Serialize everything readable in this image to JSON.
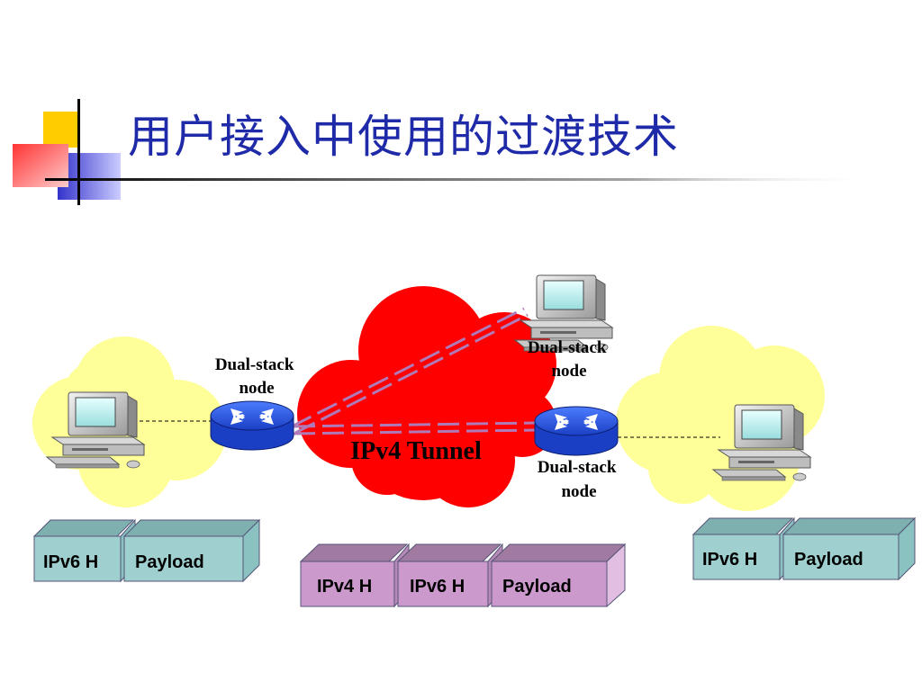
{
  "slide": {
    "title": "用户接入中使用的过渡技术"
  },
  "network": {
    "tunnel_label": "IPv4 Tunnel",
    "router_left_label": [
      "Dual-stack",
      "node"
    ],
    "router_right_label": [
      "Dual-stack",
      "node"
    ],
    "host_top_label": [
      "Dual-stack",
      "node"
    ]
  },
  "packets": {
    "left": [
      "IPv6 H",
      "Payload"
    ],
    "middle": [
      "IPv4 H",
      "IPv6 H",
      "Payload"
    ],
    "right": [
      "IPv6 H",
      "Payload"
    ]
  },
  "colors": {
    "title": "#1f2aa8",
    "cloud_ipv4": "#ff0000",
    "cloud_ipv6": "#ffff99",
    "packet_ipv6": "#9fcfcf",
    "packet_ipv4": "#cc99cc",
    "router": "#2255dd"
  }
}
